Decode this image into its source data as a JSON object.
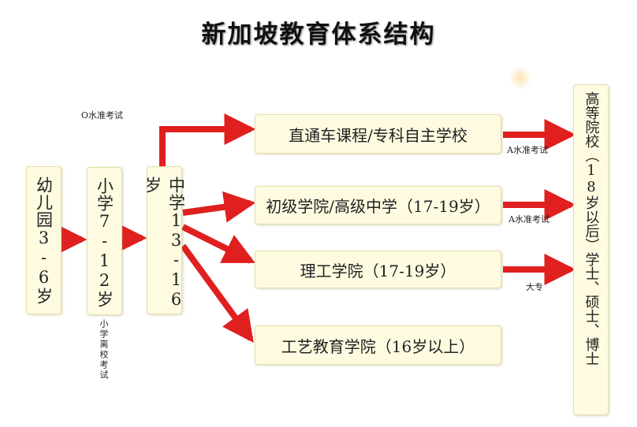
{
  "title": "新加坡教育体系结构",
  "stages": {
    "kindergarten": "幼儿园3-6岁",
    "primary": "小学7-12岁",
    "secondary": "中学13-16岁",
    "university": "高等院校（18岁以后）学士、硕士、博士"
  },
  "paths": {
    "direct": "直通车课程/专科自主学校",
    "junior_college": "初级学院/高级中学（17-19岁）",
    "polytechnic": "理工学院（17-19岁）",
    "ite": "工艺教育学院（16岁以上）"
  },
  "exams": {
    "o_level": "O水准考试",
    "a_level_1": "A水准考试",
    "a_level_2": "A水准考试",
    "diploma": "大专",
    "psle": "小学离校考试"
  },
  "colors": {
    "arrow": "#e01f1f",
    "box_bg": "#fefbe1",
    "box_border": "#e6dfa9"
  }
}
